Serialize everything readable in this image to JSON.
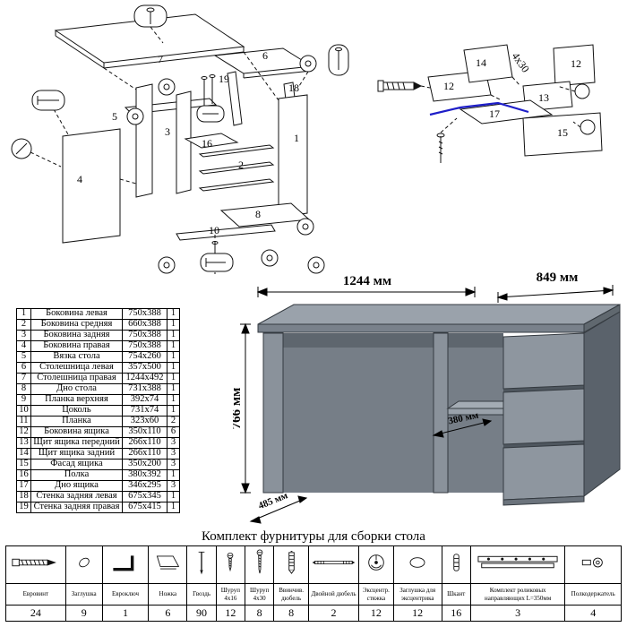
{
  "diagram_left": {
    "labels": [
      {
        "t": "7"
      },
      {
        "t": "6"
      },
      {
        "t": "19"
      },
      {
        "t": "18"
      },
      {
        "t": "5"
      },
      {
        "t": "3"
      },
      {
        "t": "16"
      },
      {
        "t": "1"
      },
      {
        "t": "2"
      },
      {
        "t": "4"
      },
      {
        "t": "8"
      },
      {
        "t": "10"
      }
    ]
  },
  "diagram_right": {
    "labels": [
      {
        "t": "14"
      },
      {
        "t": "4х30"
      },
      {
        "t": "12"
      },
      {
        "t": "12"
      },
      {
        "t": "13"
      },
      {
        "t": "17"
      },
      {
        "t": "15"
      }
    ]
  },
  "desk_view": {
    "dims": {
      "width": "1244 мм",
      "depth": "849 мм",
      "height": "766 мм",
      "shelf": "380 мм",
      "front": "485 мм"
    }
  },
  "parts_table": {
    "rows": [
      {
        "num": "1",
        "name": "Боковина левая",
        "size": "750x388",
        "qty": "1"
      },
      {
        "num": "2",
        "name": "Боковина средняя",
        "size": "660x388",
        "qty": "1"
      },
      {
        "num": "3",
        "name": "Боковина задняя",
        "size": "750x388",
        "qty": "1"
      },
      {
        "num": "4",
        "name": "Боковина правая",
        "size": "750x388",
        "qty": "1"
      },
      {
        "num": "5",
        "name": "Вязка стола",
        "size": "754x260",
        "qty": "1"
      },
      {
        "num": "6",
        "name": "Столешница левая",
        "size": "357x500",
        "qty": "1"
      },
      {
        "num": "7",
        "name": "Столешница правая",
        "size": "1244x492",
        "qty": "1"
      },
      {
        "num": "8",
        "name": "Дно стола",
        "size": "731x388",
        "qty": "1"
      },
      {
        "num": "9",
        "name": "Планка верхняя",
        "size": "392x74",
        "qty": "1"
      },
      {
        "num": "10",
        "name": "Цоколь",
        "size": "731x74",
        "qty": "1"
      },
      {
        "num": "11",
        "name": "Планка",
        "size": "323x60",
        "qty": "2"
      },
      {
        "num": "12",
        "name": "Боковина ящика",
        "size": "350x110",
        "qty": "6"
      },
      {
        "num": "13",
        "name": "Щит ящика передний",
        "size": "266x110",
        "qty": "3"
      },
      {
        "num": "14",
        "name": "Щит ящика задний",
        "size": "266x110",
        "qty": "3"
      },
      {
        "num": "15",
        "name": "Фасад ящика",
        "size": "350x200",
        "qty": "3"
      },
      {
        "num": "16",
        "name": "Полка",
        "size": "380x392",
        "qty": "1"
      },
      {
        "num": "17",
        "name": "Дно ящика",
        "size": "346x295",
        "qty": "3"
      },
      {
        "num": "18",
        "name": "Стенка задняя левая",
        "size": "675x345",
        "qty": "1"
      },
      {
        "num": "19",
        "name": "Стенка задняя правая",
        "size": "675x415",
        "qty": "1"
      }
    ]
  },
  "hardware": {
    "title": "Комплект фурнитуры для сборки стола",
    "items": [
      {
        "name": "Евровинт",
        "qty": "24",
        "icon": "euro-screw"
      },
      {
        "name": "Заглушка",
        "qty": "9",
        "icon": "cap"
      },
      {
        "name": "Евроключ",
        "qty": "1",
        "icon": "hex-key"
      },
      {
        "name": "Ножка",
        "qty": "6",
        "icon": "leg"
      },
      {
        "name": "Гвоздь",
        "qty": "90",
        "icon": "nail"
      },
      {
        "name": "Шуруп 4x16",
        "qty": "12",
        "icon": "screw-small"
      },
      {
        "name": "Шуруп 4x30",
        "qty": "8",
        "icon": "screw-long"
      },
      {
        "name": "Ввинчив. дюбель",
        "qty": "8",
        "icon": "screw-dowel"
      },
      {
        "name": "Двойной дюбель",
        "qty": "2",
        "icon": "double-dowel"
      },
      {
        "name": "Эксцентр. стяжка",
        "qty": "12",
        "icon": "cam-lock"
      },
      {
        "name": "Заглушка для эксцентрика",
        "qty": "12",
        "icon": "cam-cap"
      },
      {
        "name": "Шкант",
        "qty": "16",
        "icon": "dowel"
      },
      {
        "name": "Комплект роликовых направляющих L=350мм",
        "qty": "3",
        "icon": "roller-guides"
      },
      {
        "name": "Полкодержатель",
        "qty": "4",
        "icon": "shelf-holder"
      }
    ]
  }
}
